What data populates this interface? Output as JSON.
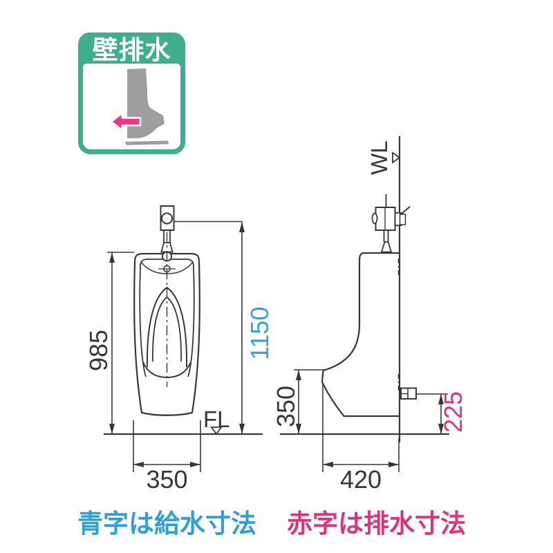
{
  "badge": {
    "title": "壁排水",
    "green": "#3fae8e",
    "arrow_color": "#e9368a",
    "silhouette_color": "#9e9e9e"
  },
  "drawing": {
    "line_color": "#3a3530",
    "supply_color": "#35a3d9",
    "drain_color": "#dd337a"
  },
  "front_view": {
    "body_height": "985",
    "supply_height": "1150",
    "width": "350",
    "floor_line_label": "FL"
  },
  "side_view": {
    "wall_line_label": "WL",
    "lip_height": "350",
    "drain_height": "225",
    "depth": "420"
  },
  "legend": {
    "supply_note": "青字は給水寸法",
    "drain_note": "赤字は排水寸法"
  }
}
